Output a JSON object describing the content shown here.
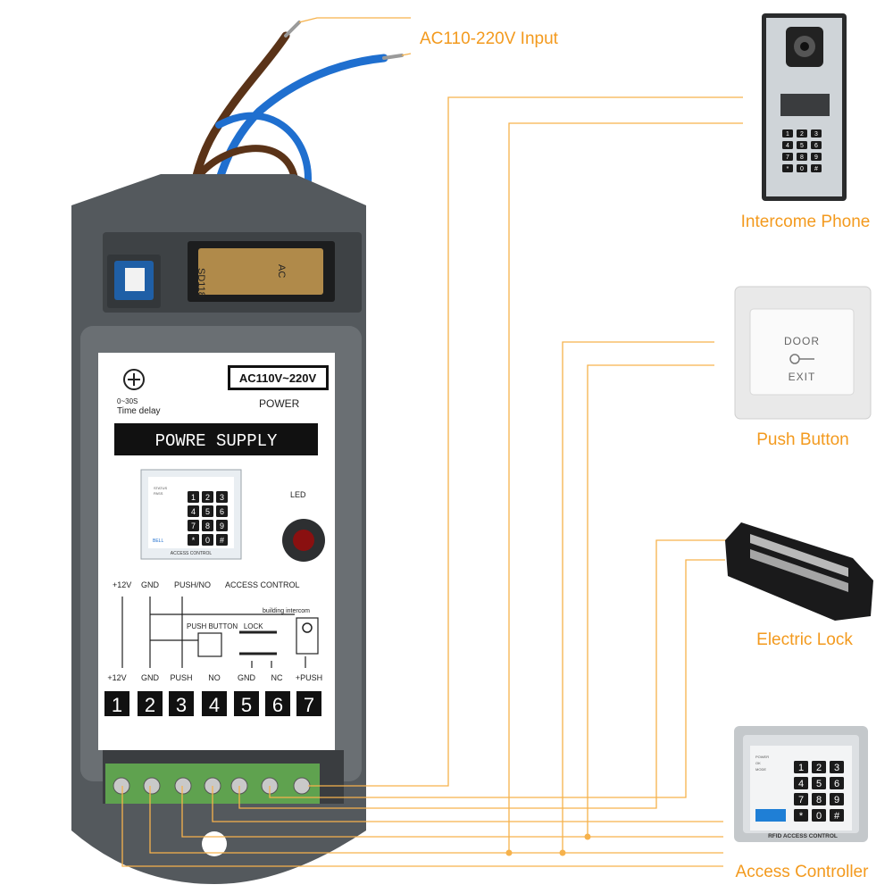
{
  "labels": {
    "input": "AC110-220V Input",
    "intercom": "Intercome Phone",
    "push_button": "Push Button",
    "electric_lock": "Electric Lock",
    "access_controller": "Access Controller"
  },
  "panel": {
    "voltage_badge": "AC110V~220V",
    "power": "POWER",
    "title": "POWRE SUPPLY",
    "time_range": "0~30S",
    "time_delay": "Time delay",
    "led": "LED",
    "top_row": [
      "+12V",
      "GND",
      "PUSH/NO",
      "ACCESS CONTROL"
    ],
    "building_intercom": "building intercom",
    "push_button_lock": "PUSH BUTTON   LOCK",
    "bottom_row": [
      "+12V",
      "GND",
      "PUSH",
      "NO",
      "GND",
      "NC",
      "+PUSH"
    ],
    "terminals": [
      "1",
      "2",
      "3",
      "4",
      "5",
      "6",
      "7"
    ],
    "pcb_labels": [
      "SD118",
      "AC"
    ]
  },
  "devices": {
    "push_button_top": "DOOR",
    "push_button_bottom": "EXIT",
    "controller_caption": "RFID ACCESS CONTROL",
    "controller_status": [
      "POWER",
      "OK",
      "MODE"
    ],
    "keypad_keys": [
      "1",
      "2",
      "3",
      "4",
      "5",
      "6",
      "7",
      "8",
      "9",
      "*",
      "0",
      "#"
    ],
    "panel_keypad_caption": "ACCESS CONTROL",
    "panel_keypad_status": [
      "STATUS",
      "PASS"
    ],
    "panel_keypad_bell": "BELL"
  },
  "colors": {
    "wire": "#f6b24c",
    "label": "#f39a1e",
    "housing": "#5d6266",
    "terminal_block": "#5fa24f"
  }
}
